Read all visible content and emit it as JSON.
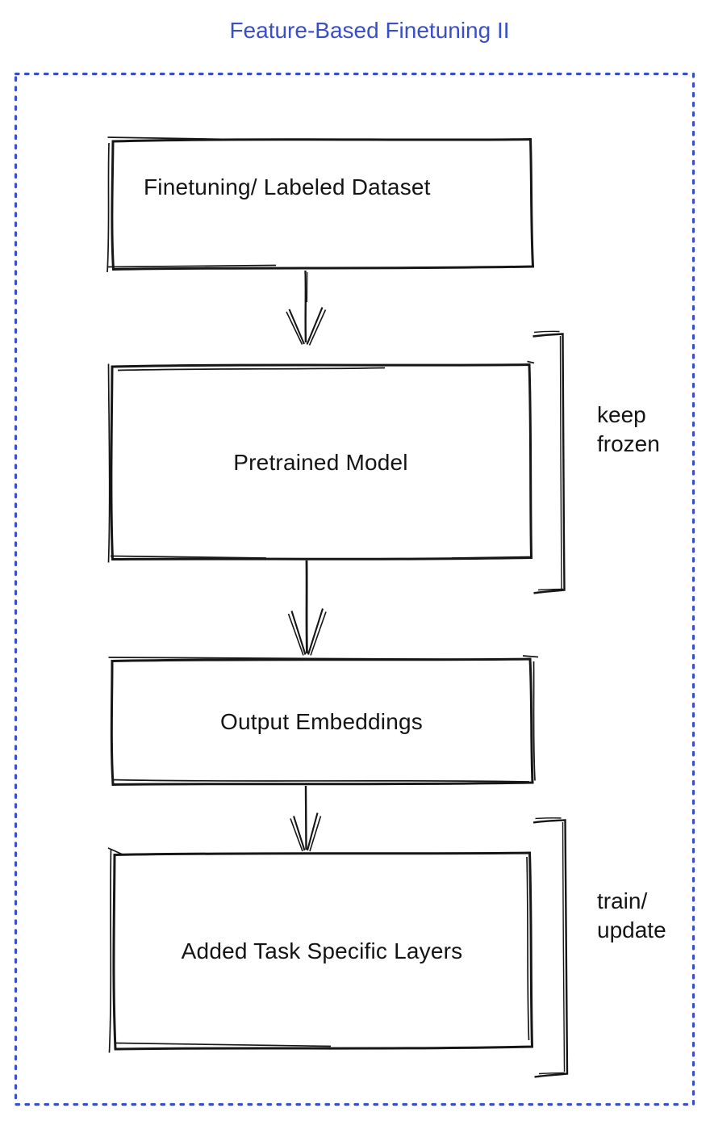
{
  "title": {
    "text": "Feature-Based Finetuning II",
    "color": "#3a4fc6"
  },
  "frame": {
    "border_color": "#3a4fc6",
    "style": "dotted"
  },
  "colors": {
    "gray": "#878e98",
    "blue": "#4a6de8",
    "green": "#41bf5d",
    "stroke": "#161616"
  },
  "nodes": [
    {
      "label": "Finetuning/ Labeled Dataset",
      "fill": "#878e98"
    },
    {
      "label": "Pretrained Model",
      "fill": "#4a6de8"
    },
    {
      "label": "Output Embeddings",
      "fill": "#878e98"
    },
    {
      "label": "Added Task Specific Layers",
      "fill": "#41bf5d"
    }
  ],
  "annotations": [
    {
      "lines": [
        "keep",
        "frozen"
      ],
      "target": "Pretrained Model"
    },
    {
      "lines": [
        "train/",
        "update"
      ],
      "target": "Added Task Specific Layers"
    }
  ]
}
